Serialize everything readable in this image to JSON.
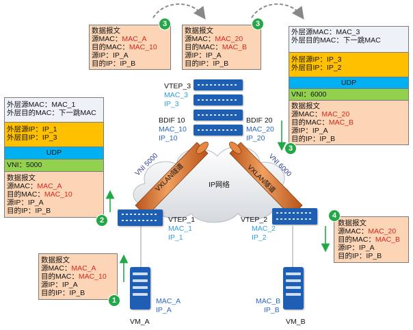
{
  "packets": {
    "top_left": {
      "title": "数据报文",
      "src_mac_k": "源MAC：",
      "src_mac_v": "MAC_A",
      "dst_mac_k": "目的MAC：",
      "dst_mac_v": "MAC_10",
      "src_ip": "源IP：IP_A",
      "dst_ip": "目的IP：IP_B"
    },
    "top_mid": {
      "title": "数据报文",
      "src_mac_k": "源MAC：",
      "src_mac_v": "MAC_20",
      "dst_mac_k": "目的MAC：",
      "dst_mac_v": "MAC_B",
      "src_ip": "源IP：IP_A",
      "dst_ip": "目的IP：IP_B"
    },
    "left_encap": {
      "outer_src": "外层源MAC：MAC_1",
      "outer_dst": "外层目的MAC：下一跳MAC",
      "outer_src_ip": "外层源IP：IP_1",
      "outer_dst_ip": "外层目IP：IP_3",
      "udp": "UDP",
      "vni": "VNI：5000",
      "title": "数据报文",
      "src_mac_k": "源MAC：",
      "src_mac_v": "MAC_A",
      "dst_mac_k": "目的MAC：",
      "dst_mac_v": "MAC_10",
      "src_ip": "源IP：IP_A",
      "dst_ip": "目的IP：IP_B"
    },
    "right_encap": {
      "outer_src": "外层源MAC：MAC_3",
      "outer_dst": "外层目的MAC：下一跳MAC",
      "outer_src_ip": "外层源IP：IP_3",
      "outer_dst_ip": "外层目IP：IP_2",
      "udp": "UDP",
      "vni": "VNI：6000",
      "title": "数据报文",
      "src_mac_k": "源MAC：",
      "src_mac_v": "MAC_20",
      "dst_mac_k": "目的MAC：",
      "dst_mac_v": "MAC_B",
      "src_ip": "源IP：IP_A",
      "dst_ip": "目的IP：IP_B"
    },
    "bottom_left": {
      "title": "数据报文",
      "src_mac_k": "源MAC：",
      "src_mac_v": "MAC_A",
      "dst_mac_k": "目的MAC：",
      "dst_mac_v": "MAC_10",
      "src_ip": "源IP：IP_A",
      "dst_ip": "目的IP：IP_B"
    },
    "bottom_right": {
      "title": "数据报文",
      "src_mac_k": "源MAC：",
      "src_mac_v": "MAC_20",
      "dst_mac_k": "目的MAC：",
      "dst_mac_v": "MAC_B",
      "src_ip": "源IP：IP_A",
      "dst_ip": "目的IP：IP_B"
    }
  },
  "badges": {
    "b1": "1",
    "b2": "2",
    "b3a": "3",
    "b3b": "3",
    "b3c": "3",
    "b4": "4"
  },
  "nodes": {
    "vtep3": {
      "name": "VTEP_3",
      "mac": "MAC_3",
      "ip": "IP_3"
    },
    "bdif10": {
      "name": "BDIF 10",
      "mac": "MAC_10",
      "ip": "IP_10"
    },
    "bdif20": {
      "name": "BDIF 20",
      "mac": "MAC_20",
      "ip": "IP_20"
    },
    "vtep1": {
      "name": "VTEP_1",
      "mac": "MAC_1",
      "ip": "IP_1"
    },
    "vtep2": {
      "name": "VTEP_2",
      "mac": "MAC_2",
      "ip": "IP_2"
    },
    "vma": {
      "name": "VM_A",
      "mac": "MAC_A",
      "ip": "IP_A"
    },
    "vmb": {
      "name": "VM_B",
      "mac": "MAC_B",
      "ip": "IP_B"
    }
  },
  "network": {
    "cloud_label": "IP网络",
    "tunnel_left_vni": "VNI 5000",
    "tunnel_left_label": "VXLAN隧道",
    "tunnel_right_vni": "VNI 6000",
    "tunnel_right_label": "VXLAN隧道"
  },
  "colors": {
    "mac_red": "#d9261c",
    "mac_blue": "#2b66c9",
    "vtep_cyan": "#2f9fe0",
    "badge_green": "#23a847",
    "arrow_green": "#23a847",
    "tunnel_orange": "#e07a2b",
    "device_blue": "#1e5fb4"
  }
}
